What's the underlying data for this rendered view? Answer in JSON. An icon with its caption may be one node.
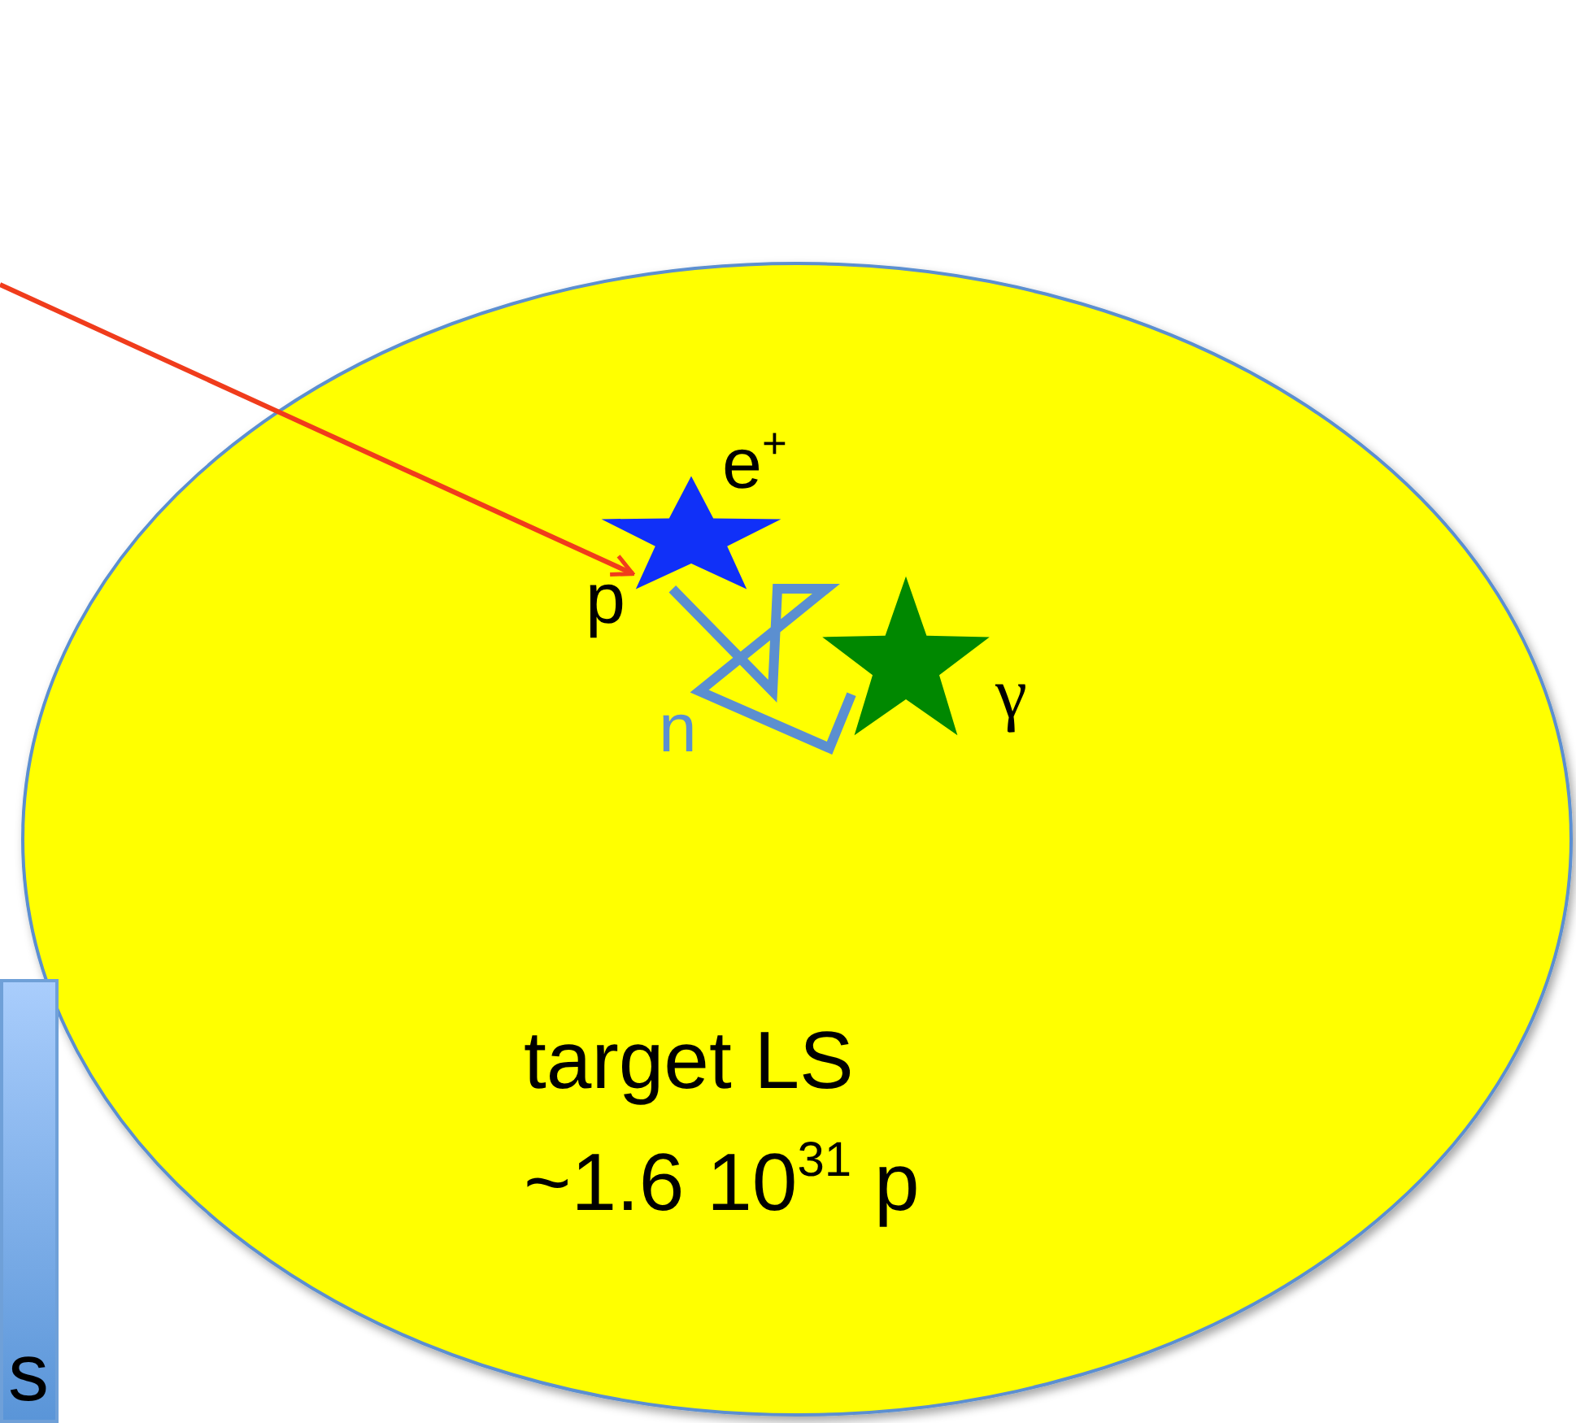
{
  "diagram": {
    "nodes": [
      {
        "text": [
          "target LS",
          "~1.6 10$^{31}$ p"
        ]
      },
      {
        "text": [],
        "shape": "star",
        "in": 0,
        "beside": [
          "e$^{+}$",
          "p"
        ]
      },
      {
        "text": [],
        "shape": "star",
        "in": 0,
        "beside": [
          "γ"
        ]
      },
      {
        "text": [
          "s"
        ]
      }
    ],
    "edges": [
      {
        "from": null,
        "to": 1,
        "arrow": "to",
        "color": "#f03c1c"
      },
      {
        "from": 1,
        "to": 2,
        "arrow": "none",
        "label": "n",
        "style": "thick",
        "color": "#5b8fd0"
      }
    ]
  }
}
